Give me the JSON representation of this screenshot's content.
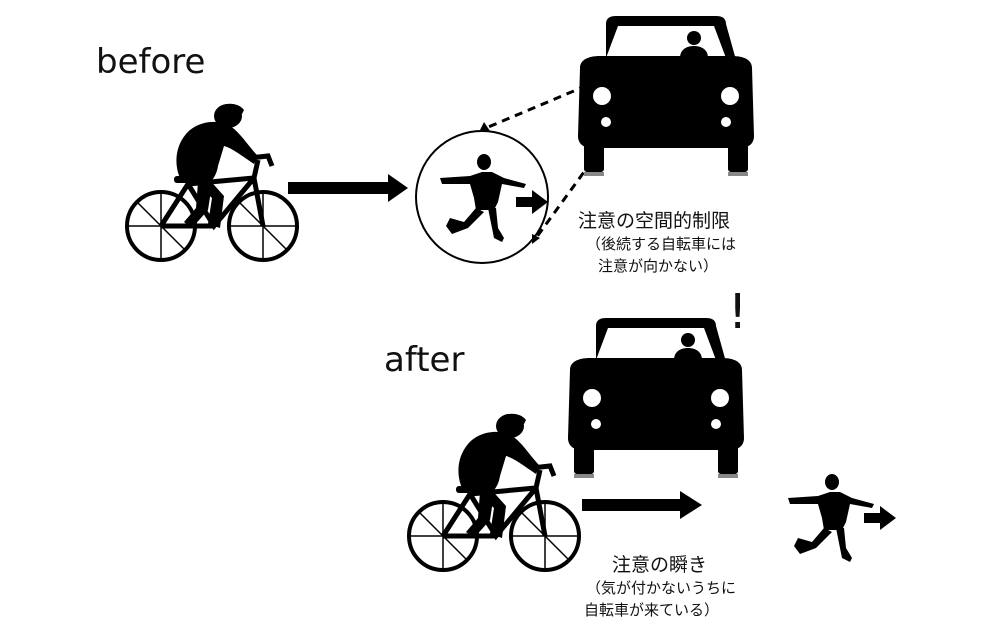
{
  "labels": {
    "before": "before",
    "after": "after",
    "spatial_title": "注意の空間的制限",
    "spatial_note_1": "（後続する自転車には",
    "spatial_note_2": "注意が向かない）",
    "blink_title": "注意の瞬き",
    "blink_note_1": "（気が付かないうちに",
    "blink_note_2": "自転車が来ている）",
    "exclamation": "!"
  },
  "icons": {
    "cyclist": "cyclist-silhouette-icon",
    "car": "car-front-silhouette-icon",
    "child": "running-child-silhouette-icon",
    "arrow": "arrow-right-icon"
  },
  "colors": {
    "ink": "#000000",
    "headlight": "#ffffff",
    "background": "#ffffff"
  }
}
